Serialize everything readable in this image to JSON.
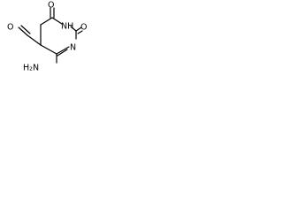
{
  "molecule": {
    "labels": {
      "o_top": "O",
      "nh_ring": "NH",
      "o_right": "O",
      "n_ring": "N",
      "o_aldehyde": "O",
      "nh2": "H₂N"
    }
  }
}
